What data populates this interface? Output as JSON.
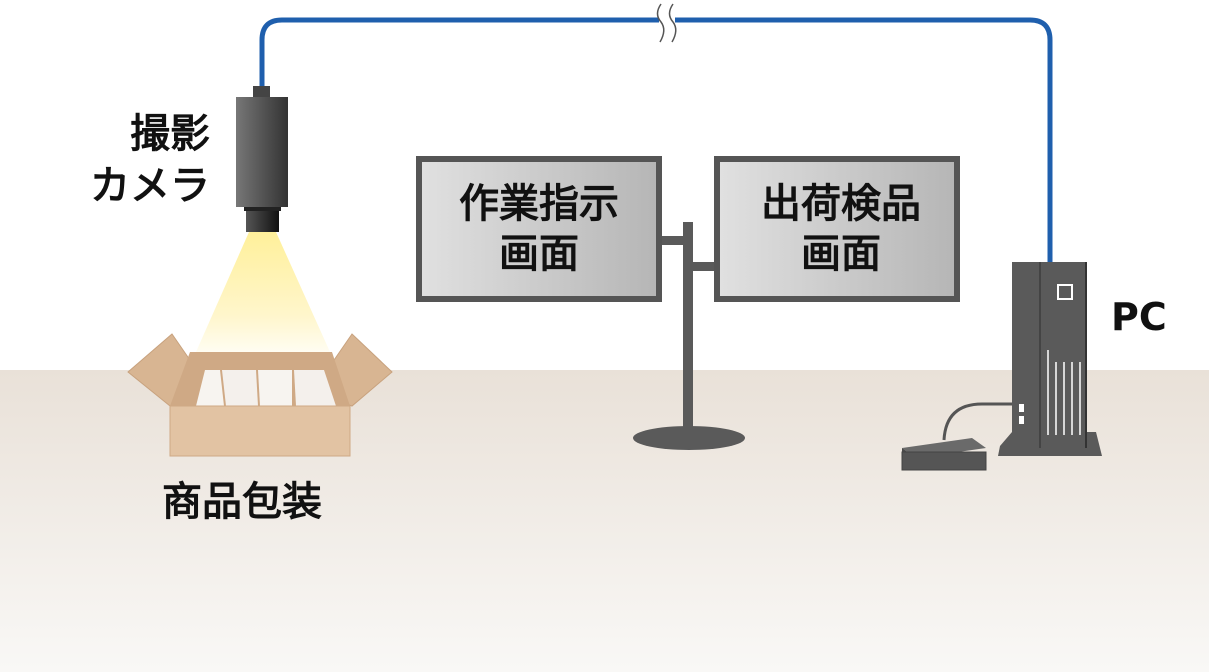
{
  "labels": {
    "camera_line1": "撮影",
    "camera_line2": "カメラ",
    "screen_left_line1": "作業指示",
    "screen_left_line2": "画面",
    "screen_right_line1": "出荷検品",
    "screen_right_line2": "画面",
    "pc": "PC",
    "package": "商品包装"
  },
  "colors": {
    "cable": "#1f5fad",
    "device_gray": "#555555",
    "box": "#e2c3a3",
    "floor": "#ece6df",
    "light": "#fff1a8",
    "screen": "#c8c8c8"
  }
}
